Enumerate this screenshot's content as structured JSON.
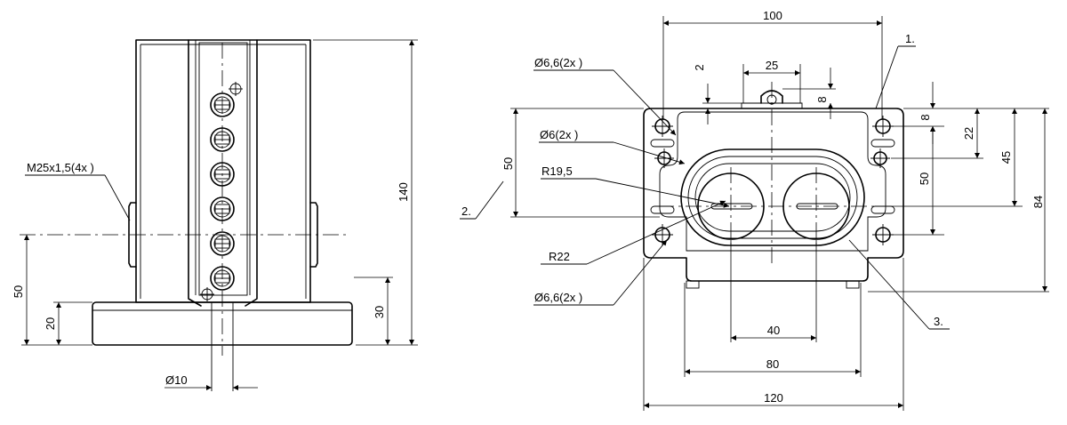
{
  "front_view": {
    "labels": {
      "thread": "M25x1,5(4x )",
      "height_total": "140",
      "height_center": "50",
      "base_height": "20",
      "base_height_right": "30",
      "hole_diameter": "Ø10"
    }
  },
  "top_view": {
    "labels": {
      "width_top": "100",
      "width_mid": "80",
      "width_bottom": "120",
      "hole_spacing_40": "40",
      "slot_25": "25",
      "dim_2": "2",
      "dim_8_top": "8",
      "dim_8_right": "8",
      "dim_22": "22",
      "dim_45": "45",
      "dim_50_right": "50",
      "dim_84": "84",
      "dim_50_left": "50",
      "hole_66_top": "Ø6,6(2x )",
      "hole_6": "Ø6(2x )",
      "radius_195": "R19,5",
      "radius_22": "R22",
      "hole_66_bottom": "Ø6,6(2x )",
      "callout_1": "1.",
      "callout_2": "2.",
      "callout_3": "3."
    }
  }
}
